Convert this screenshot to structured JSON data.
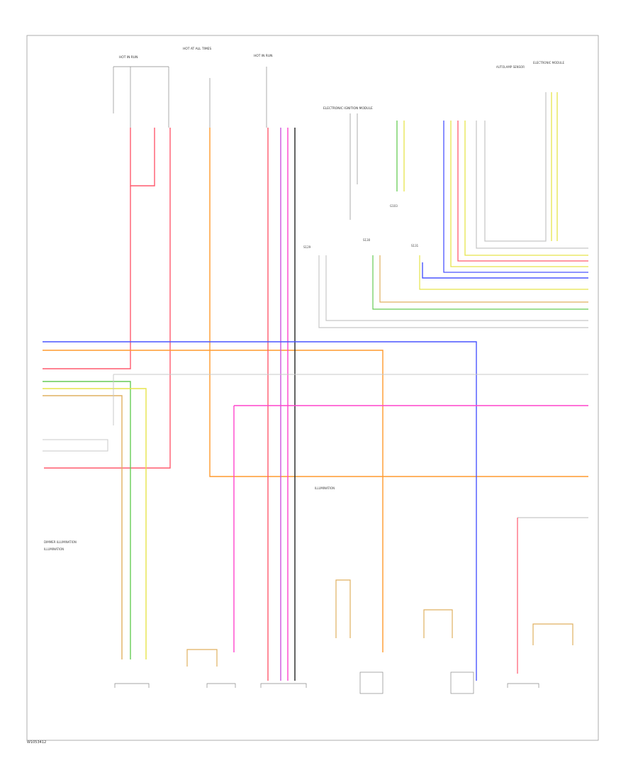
{
  "diagram": {
    "labels": {
      "fuse_left": "HOT IN RUN",
      "fuse_center": "HOT AT ALL TIMES",
      "fuse_mid": "HOT IN RUN",
      "electronic_module": "ELECTRONIC IGNITION MODULE",
      "left_legend_1": "DIMMER ILLUMINATION",
      "left_legend_2": "ILLUMINATION",
      "top_right_1": "AUTOLAMP SENSOR",
      "top_right_2": "ELECTRONIC MODULE",
      "splice_1": "S129",
      "splice_2": "S130",
      "splice_3": "S131"
    },
    "colors": {
      "red": "#ff5a6e",
      "orange": "#ff9a2e",
      "blue": "#4a55ff",
      "purple": "#cc55dd",
      "magenta": "#ff44cc",
      "green": "#66cc55",
      "yellow": "#e6e44a",
      "tan": "#e0b060",
      "gray": "#c8c8c8",
      "black": "#222222"
    },
    "footer": "W1053412"
  }
}
